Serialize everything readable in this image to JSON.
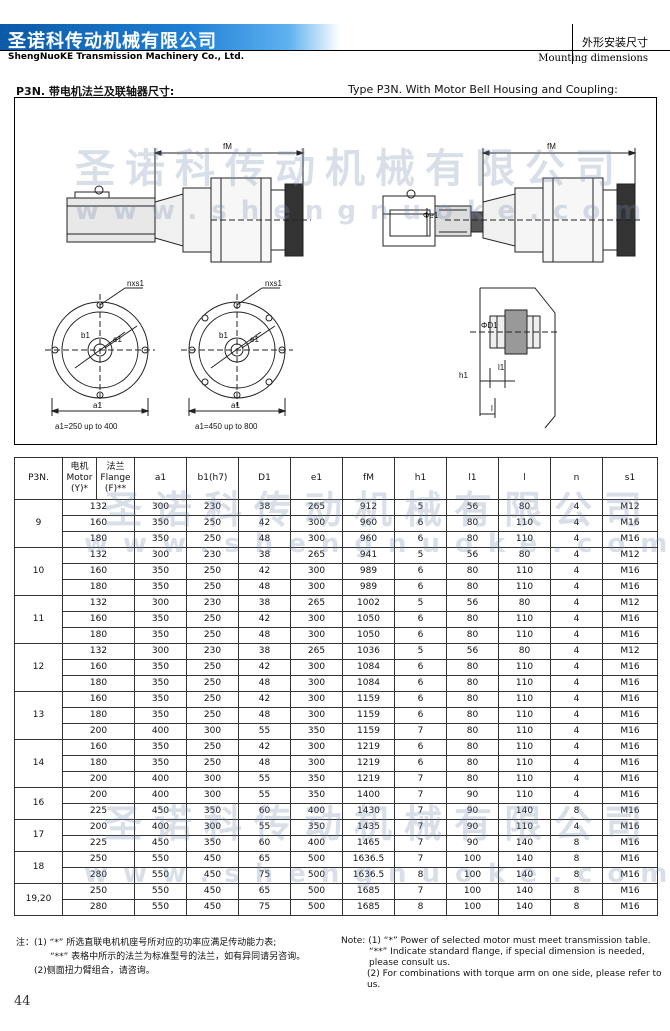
{
  "header": {
    "brand_cn": "圣诺科传动机械有限公司",
    "brand_en": "ShengNuoKE Transmission Machinery Co., Ltd.",
    "section_cn": "外形安装尺寸",
    "section_en": "Mounting dimensions"
  },
  "titles": {
    "cn": "P3N. 带电机法兰及联轴器尺寸:",
    "en": "Type P3N. With Motor Bell Housing and Coupling:"
  },
  "drawing": {
    "fM_left": "fM",
    "fM_right": "fM",
    "nxs1_left": "nxs1",
    "nxs1_right": "nxs1",
    "b1": "b1",
    "e1": "e1",
    "a1_left": "a1",
    "a1_right": "a1",
    "caption_left": "a1=250 up to 400",
    "caption_right": "a1=450 up to 800",
    "phi_e1": "Φe1",
    "phi_d1": "ΦD1",
    "h1": "h1",
    "l1": "l1",
    "l": "l"
  },
  "watermark": {
    "cn": "圣诺科传动机械有限公司",
    "url": "www.shengnuoke.com"
  },
  "table": {
    "headers": [
      "P3N.",
      "电机\nMotor\n(Y)*",
      "法兰\nFlange\n(F)**",
      "a1",
      "b1(h7)",
      "D1",
      "e1",
      "fM",
      "h1",
      "l1",
      "l",
      "n",
      "s1"
    ],
    "groups": [
      {
        "size": "9",
        "rows": [
          [
            "132",
            "300",
            "230",
            "38",
            "265",
            "912",
            "5",
            "56",
            "80",
            "4",
            "M12"
          ],
          [
            "160",
            "350",
            "250",
            "42",
            "300",
            "960",
            "6",
            "80",
            "110",
            "4",
            "M16"
          ],
          [
            "180",
            "350",
            "250",
            "48",
            "300",
            "960",
            "6",
            "80",
            "110",
            "4",
            "M16"
          ]
        ]
      },
      {
        "size": "10",
        "rows": [
          [
            "132",
            "300",
            "230",
            "38",
            "265",
            "941",
            "5",
            "56",
            "80",
            "4",
            "M12"
          ],
          [
            "160",
            "350",
            "250",
            "42",
            "300",
            "989",
            "6",
            "80",
            "110",
            "4",
            "M16"
          ],
          [
            "180",
            "350",
            "250",
            "48",
            "300",
            "989",
            "6",
            "80",
            "110",
            "4",
            "M16"
          ]
        ]
      },
      {
        "size": "11",
        "rows": [
          [
            "132",
            "300",
            "230",
            "38",
            "265",
            "1002",
            "5",
            "56",
            "80",
            "4",
            "M12"
          ],
          [
            "160",
            "350",
            "250",
            "42",
            "300",
            "1050",
            "6",
            "80",
            "110",
            "4",
            "M16"
          ],
          [
            "180",
            "350",
            "250",
            "48",
            "300",
            "1050",
            "6",
            "80",
            "110",
            "4",
            "M16"
          ]
        ]
      },
      {
        "size": "12",
        "rows": [
          [
            "132",
            "300",
            "230",
            "38",
            "265",
            "1036",
            "5",
            "56",
            "80",
            "4",
            "M12"
          ],
          [
            "160",
            "350",
            "250",
            "42",
            "300",
            "1084",
            "6",
            "80",
            "110",
            "4",
            "M16"
          ],
          [
            "180",
            "350",
            "250",
            "48",
            "300",
            "1084",
            "6",
            "80",
            "110",
            "4",
            "M16"
          ]
        ]
      },
      {
        "size": "13",
        "rows": [
          [
            "160",
            "350",
            "250",
            "42",
            "300",
            "1159",
            "6",
            "80",
            "110",
            "4",
            "M16"
          ],
          [
            "180",
            "350",
            "250",
            "48",
            "300",
            "1159",
            "6",
            "80",
            "110",
            "4",
            "M16"
          ],
          [
            "200",
            "400",
            "300",
            "55",
            "350",
            "1159",
            "7",
            "80",
            "110",
            "4",
            "M16"
          ]
        ]
      },
      {
        "size": "14",
        "rows": [
          [
            "160",
            "350",
            "250",
            "42",
            "300",
            "1219",
            "6",
            "80",
            "110",
            "4",
            "M16"
          ],
          [
            "180",
            "350",
            "250",
            "48",
            "300",
            "1219",
            "6",
            "80",
            "110",
            "4",
            "M16"
          ],
          [
            "200",
            "400",
            "300",
            "55",
            "350",
            "1219",
            "7",
            "80",
            "110",
            "4",
            "M16"
          ]
        ]
      },
      {
        "size": "16",
        "rows": [
          [
            "200",
            "400",
            "300",
            "55",
            "350",
            "1400",
            "7",
            "90",
            "110",
            "4",
            "M16"
          ],
          [
            "225",
            "450",
            "350",
            "60",
            "400",
            "1430",
            "7",
            "90",
            "140",
            "8",
            "M16"
          ]
        ]
      },
      {
        "size": "17",
        "rows": [
          [
            "200",
            "400",
            "300",
            "55",
            "350",
            "1435",
            "7",
            "90",
            "110",
            "4",
            "M16"
          ],
          [
            "225",
            "450",
            "350",
            "60",
            "400",
            "1465",
            "7",
            "90",
            "140",
            "8",
            "M16"
          ]
        ]
      },
      {
        "size": "18",
        "rows": [
          [
            "250",
            "550",
            "450",
            "65",
            "500",
            "1636.5",
            "7",
            "100",
            "140",
            "8",
            "M16"
          ],
          [
            "280",
            "550",
            "450",
            "75",
            "500",
            "1636.5",
            "8",
            "100",
            "140",
            "8",
            "M16"
          ]
        ]
      },
      {
        "size": "19,20",
        "rows": [
          [
            "250",
            "550",
            "450",
            "65",
            "500",
            "1685",
            "7",
            "100",
            "140",
            "8",
            "M16"
          ],
          [
            "280",
            "550",
            "450",
            "75",
            "500",
            "1685",
            "8",
            "100",
            "140",
            "8",
            "M16"
          ]
        ]
      }
    ]
  },
  "notes": {
    "cn_1": "注：(1) “*” 所选直联电机机座号所对应的功率应满足传动能力表;",
    "cn_2": "“**” 表格中所示的法兰为标准型号的法兰，如有异同请另咨询。",
    "cn_3": "(2)侧面扭力臂组合，请咨询。",
    "en_1": "Note: (1)  “*”  Power of selected motor must meet transmission table.",
    "en_2": "“**”  Indicate standard flange, if special dimension is needed,",
    "en_3": "please consult us.",
    "en_4": "(2) For combinations with torque arm on one side, please refer to us."
  },
  "page_number": "44"
}
